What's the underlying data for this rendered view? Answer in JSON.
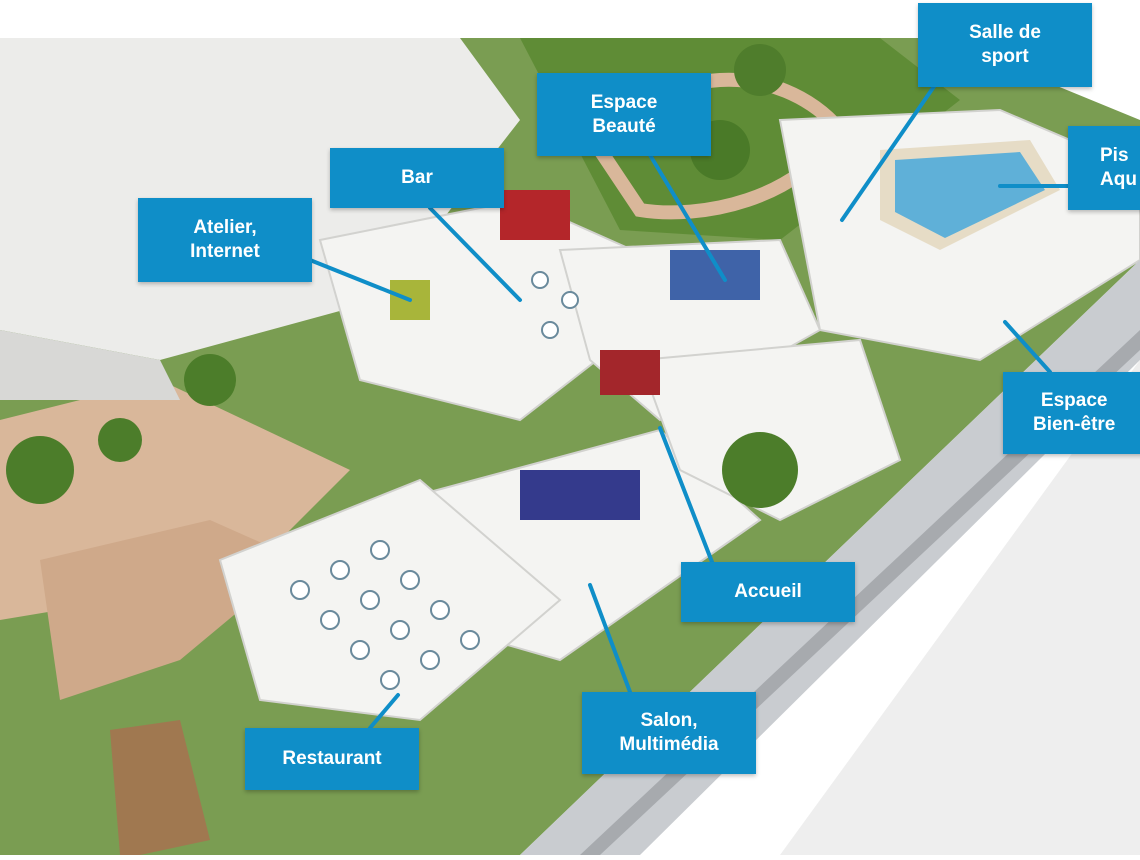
{
  "colors": {
    "label_bg": "#0f8ec8",
    "label_text": "#ffffff",
    "leader_line": "#0f8ec8",
    "grass": "#6f9a3c",
    "path": "#d9b79a",
    "walls": "#f2f2f0",
    "pool": "#5fb0d8",
    "road": "#bfc3c7"
  },
  "labels": {
    "sport": "Salle de\nsport",
    "beaute": "Espace\nBeauté",
    "bar": "Bar",
    "atelier": "Atelier,\nInternet",
    "piscine": "Pis\nAqu",
    "bienetre": "Espace\nBien-être",
    "accueil": "Accueil",
    "salon": "Salon,\nMultimédia",
    "restaurant": "Restaurant"
  }
}
